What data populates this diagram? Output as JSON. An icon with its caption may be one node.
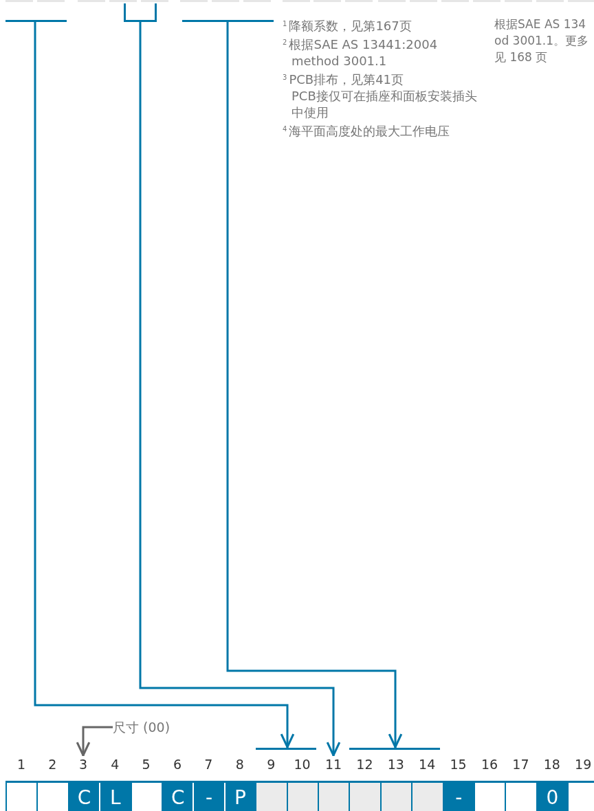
{
  "diagram": {
    "nodes": [
      {
        "text": [],
        "shape": "bar"
      },
      {
        "text": [],
        "shape": "bracket"
      },
      {
        "text": [],
        "shape": "bar"
      },
      {
        "text": [],
        "shape": "bar"
      },
      {
        "text": [
          "11"
        ]
      },
      {
        "text": [],
        "shape": "bar"
      },
      {
        "text": [
          "尺寸 (00)"
        ]
      },
      {
        "text": [
          "3"
        ]
      }
    ],
    "edges": [
      {
        "from": 0,
        "to": 3,
        "arrow": "to"
      },
      {
        "from": 1,
        "to": 4,
        "arrow": "to"
      },
      {
        "from": 2,
        "to": 5,
        "arrow": "to"
      },
      {
        "from": 6,
        "to": 7,
        "arrow": "to",
        "color": "#666666"
      }
    ],
    "labels": [
      "$^{1}$降额系数，见第167页",
      "$^{2}$根据SAE AS 13441:2004 method 3001.1",
      "$^{3}$PCB排布，见第41页",
      "PCB接仅可在插座和面板安装插头中使用",
      "$^{4}$海平面高度处的最大工作电压",
      "根据SAE AS 134",
      "od 3001.1。更多",
      "见 168 页",
      "1",
      "2",
      "4",
      "5",
      "6",
      "7",
      "8",
      "9",
      "10",
      "12",
      "13",
      "14",
      "15",
      "16",
      "17",
      "18",
      "19",
      "C",
      "L",
      "C",
      "-",
      "P",
      "-",
      "0"
    ]
  }
}
